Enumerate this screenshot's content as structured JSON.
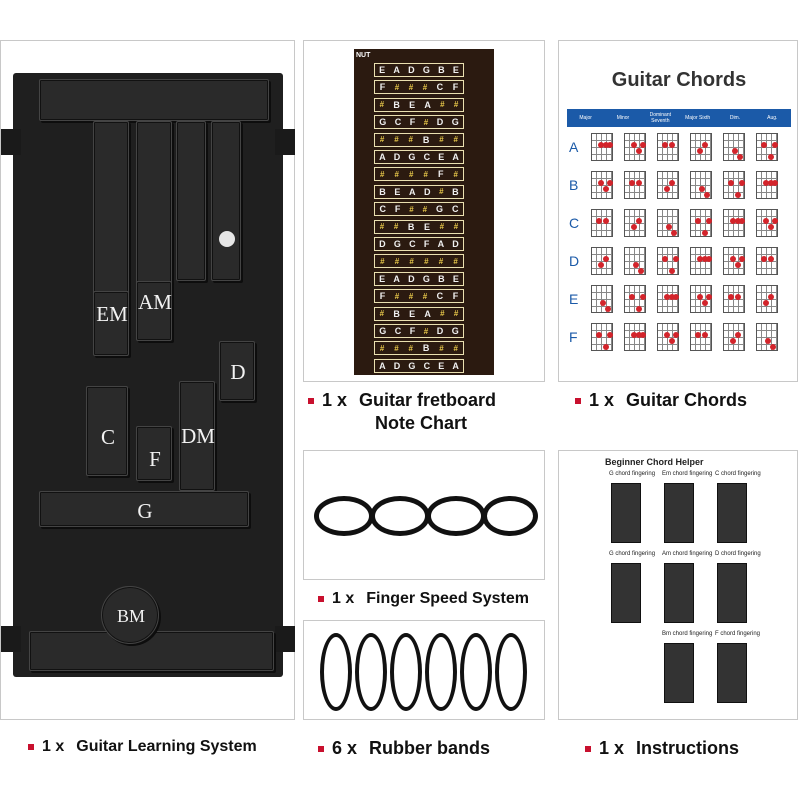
{
  "system": {
    "caption": {
      "qty": "1 x",
      "label": "Guitar Learning System"
    },
    "keys": [
      "EM",
      "AM",
      "D",
      "C",
      "F",
      "DM",
      "G",
      "BM"
    ]
  },
  "fretboard": {
    "caption": {
      "qty": "1 x",
      "label": "Guitar fretboard",
      "label2": "Note Chart"
    },
    "nut_label": "NUT",
    "rows": [
      [
        "E",
        "A",
        "D",
        "G",
        "B",
        "E"
      ],
      [
        "F",
        "#",
        "#",
        "#",
        "C",
        "F"
      ],
      [
        "#",
        "B",
        "E",
        "A",
        "#",
        "#"
      ],
      [
        "G",
        "C",
        "F",
        "#",
        "D",
        "G"
      ],
      [
        "#",
        "#",
        "#",
        "B",
        "#",
        "#"
      ],
      [
        "A",
        "D",
        "G",
        "C",
        "E",
        "A"
      ],
      [
        "#",
        "#",
        "#",
        "#",
        "F",
        "#"
      ],
      [
        "B",
        "E",
        "A",
        "D",
        "#",
        "B"
      ],
      [
        "C",
        "F",
        "#",
        "#",
        "G",
        "C"
      ],
      [
        "#",
        "#",
        "B",
        "E",
        "#",
        "#"
      ],
      [
        "D",
        "G",
        "C",
        "F",
        "A",
        "D"
      ],
      [
        "#",
        "#",
        "#",
        "#",
        "#",
        "#"
      ],
      [
        "E",
        "A",
        "D",
        "G",
        "B",
        "E"
      ],
      [
        "F",
        "#",
        "#",
        "#",
        "C",
        "F"
      ],
      [
        "#",
        "B",
        "E",
        "A",
        "#",
        "#"
      ],
      [
        "G",
        "C",
        "F",
        "#",
        "D",
        "G"
      ],
      [
        "#",
        "#",
        "#",
        "B",
        "#",
        "#"
      ],
      [
        "A",
        "D",
        "G",
        "C",
        "E",
        "A"
      ]
    ]
  },
  "chords": {
    "caption": {
      "qty": "1 x",
      "label": "Guitar Chords"
    },
    "title": "Guitar Chords",
    "columns": [
      "Major",
      "Minor",
      "Dominant Seventh",
      "Major Sixth",
      "Dim.",
      "Aug."
    ],
    "rows": [
      "A",
      "B",
      "C",
      "D",
      "E",
      "F"
    ],
    "accent": "#1b5aa8",
    "dot_color": "#d3242b"
  },
  "speed": {
    "caption": {
      "qty": "1 x",
      "label": "Finger Speed System"
    }
  },
  "bands": {
    "caption": {
      "qty": "6 x",
      "label": "Rubber bands"
    },
    "count": 6
  },
  "instructions": {
    "caption": {
      "qty": "1 x",
      "label": "Instructions"
    },
    "title": "Beginner Chord Helper",
    "items": [
      "G chord fingering",
      "Em chord fingering",
      "C chord fingering",
      "G chord fingering",
      "Am chord fingering",
      "D chord fingering",
      "Bm chord fingering",
      "F chord fingering"
    ]
  },
  "colors": {
    "marker": "#c8102e",
    "device": "#222222"
  }
}
